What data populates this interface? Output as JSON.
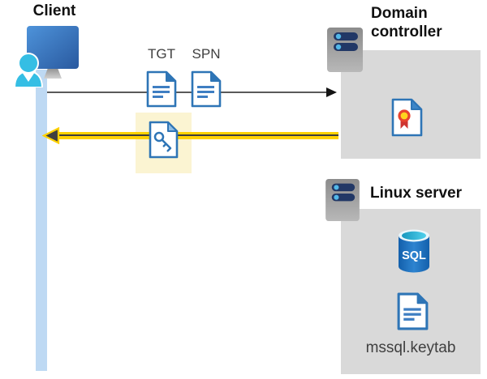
{
  "client": {
    "label": "Client"
  },
  "tickets": {
    "tgt": "TGT",
    "spn": "SPN"
  },
  "domain_controller": {
    "label": "Domain controller"
  },
  "linux_server": {
    "label": "Linux server",
    "sql": "SQL",
    "keytab": "mssql.keytab"
  },
  "colors": {
    "highlight_arrow_yellow": "#FFD100",
    "highlight_box_yellow": "#FBF4D2",
    "container_gray": "#D9D9D9",
    "icon_blue": "#2E75B6",
    "timeline_blue": "#BED9F3",
    "request_arrow_gray": "#595959",
    "label_gray": "#404040"
  }
}
